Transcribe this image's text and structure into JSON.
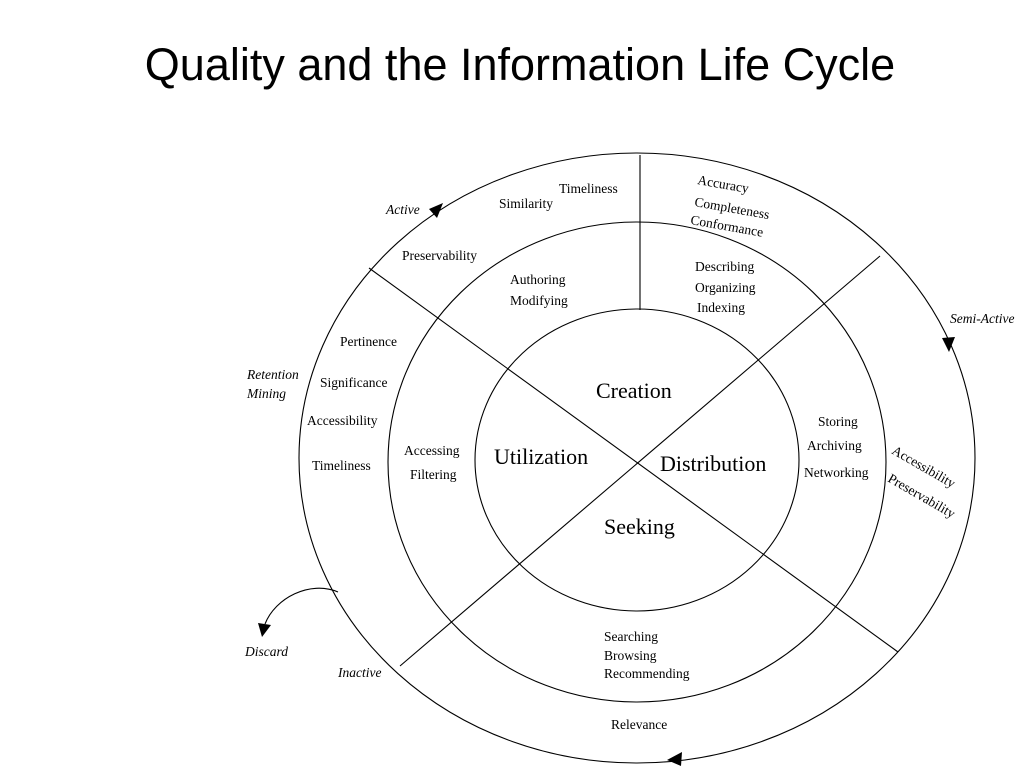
{
  "title": "Quality and the Information Life Cycle",
  "stages": {
    "creation": "Creation",
    "distribution": "Distribution",
    "seeking": "Seeking",
    "utilization": "Utilization"
  },
  "activities": {
    "creation": [
      "Authoring",
      "Modifying"
    ],
    "creation_meta": [
      "Describing",
      "Organizing",
      "Indexing"
    ],
    "distribution": [
      "Storing",
      "Archiving",
      "Networking"
    ],
    "seeking": [
      "Searching",
      "Browsing",
      "Recommending"
    ],
    "utilization": [
      "Accessing",
      "Filtering"
    ]
  },
  "quality_dimensions": {
    "creation_left": [
      "Timeliness",
      "Similarity"
    ],
    "creation_right": [
      "Accuracy",
      "Completeness",
      "Conformance"
    ],
    "active_outer": "Preservability",
    "utilization": [
      "Pertinence",
      "Significance",
      "Accessibility",
      "Timeliness"
    ],
    "distribution": [
      "Accessibility",
      "Preservability"
    ],
    "seeking": "Relevance"
  },
  "phases": {
    "active": "Active",
    "semi_active": "Semi-Active",
    "inactive": "Inactive",
    "retention": "Retention",
    "mining": "Mining",
    "discard": "Discard"
  }
}
